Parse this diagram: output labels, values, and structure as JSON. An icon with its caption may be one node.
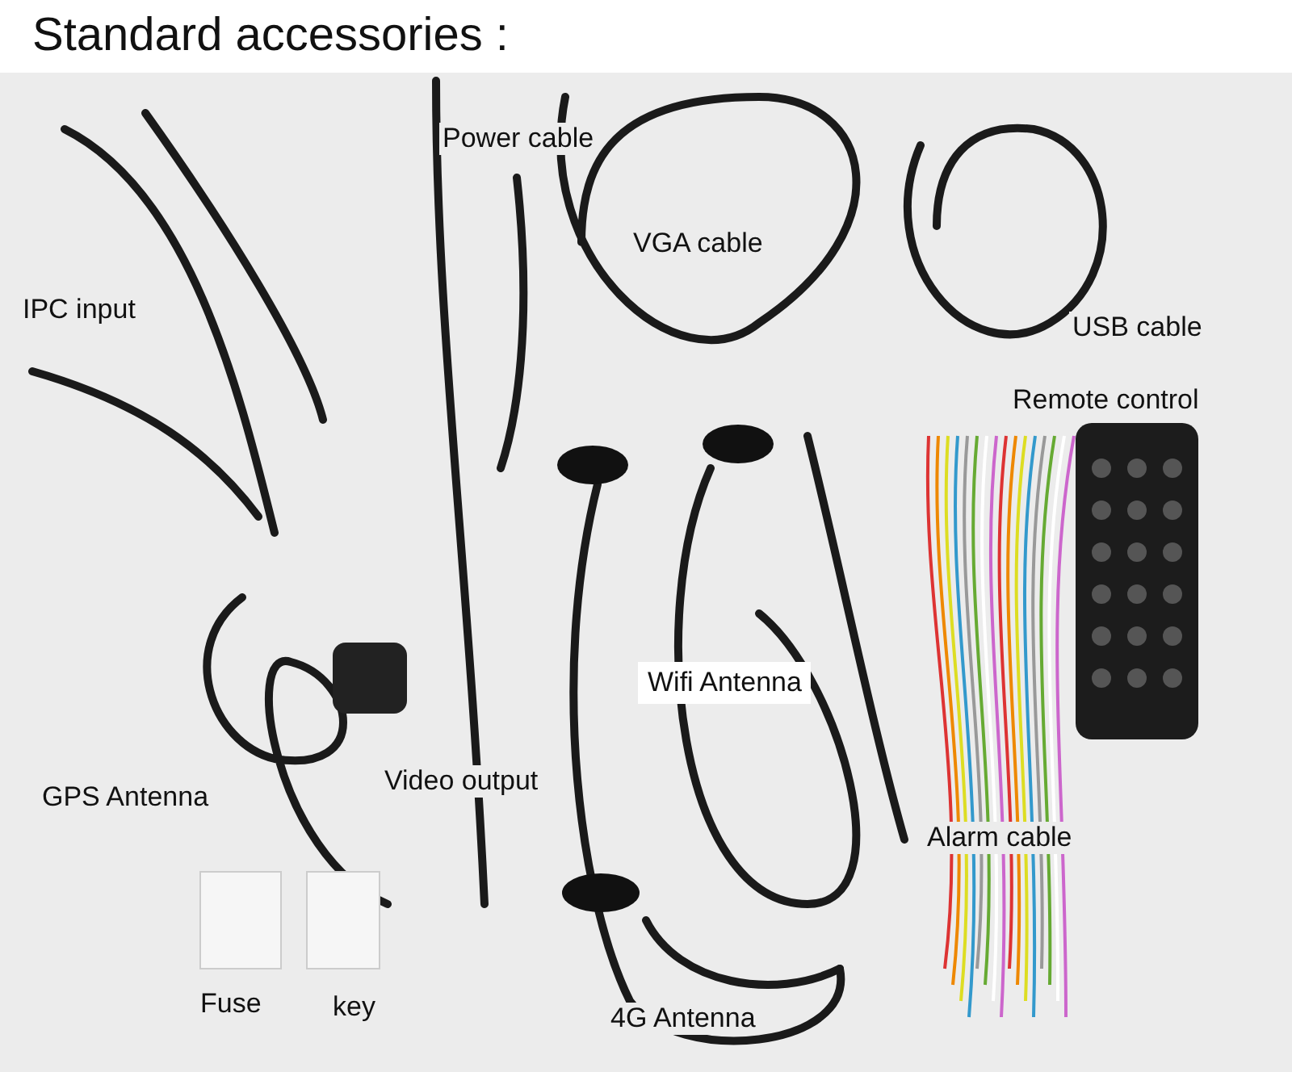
{
  "diagram": {
    "title": "Standard accessories :",
    "labels": [
      "Power cable",
      "VGA cable",
      "IPC input",
      "USB cable",
      "Remote control",
      "Wifi Antenna",
      "GPS Antenna",
      "Video output",
      "Alarm cable",
      "Fuse",
      "key",
      "4G Antenna"
    ]
  }
}
